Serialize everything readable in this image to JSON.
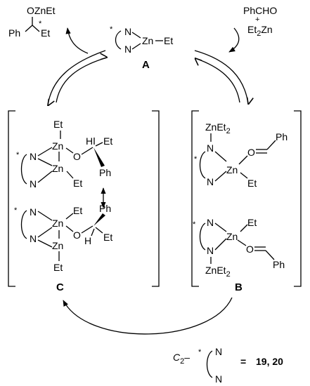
{
  "product": {
    "ozn": "OZnEt",
    "star": "*",
    "ph": "Ph",
    "et": "Et"
  },
  "reagents": {
    "line1": "PhCHO",
    "plus": "+",
    "et2zn": "Et",
    "sub2": "2",
    "zn": "Zn"
  },
  "A": {
    "star": "*",
    "n1": "N",
    "n2": "N",
    "zn": "Zn",
    "et": "Et",
    "label": "A"
  },
  "C": {
    "label": "C",
    "star": "*",
    "top": {
      "et_top": "Et",
      "zn1": "Zn",
      "o": "O",
      "h": "H",
      "et_r": "Et",
      "ph": "Ph",
      "n1": "N",
      "zn2": "Zn",
      "n2": "N",
      "et_b": "Et"
    },
    "bottom": {
      "n1": "N",
      "et_r": "Et",
      "zn1": "Zn",
      "ph": "Ph",
      "n2": "N",
      "o": "O",
      "h": "H",
      "et_r2": "Et",
      "zn2": "Zn",
      "et_b": "Et"
    }
  },
  "B": {
    "label": "B",
    "star": "*",
    "top": {
      "znet": "ZnEt",
      "sub": "2",
      "n1": "N",
      "o": "O",
      "ph": "Ph",
      "zn": "Zn",
      "n2": "N",
      "et": "Et"
    },
    "bottom": {
      "n1": "N",
      "et": "Et",
      "zn": "Zn",
      "n2": "N",
      "o": "O",
      "znet": "ZnEt",
      "sub": "2",
      "ph": "Ph"
    }
  },
  "legend": {
    "c": "C",
    "sub": "2",
    "dash": "–",
    "star": "*",
    "n1": "N",
    "n2": "N",
    "eq": "=",
    "value": "19, 20"
  }
}
